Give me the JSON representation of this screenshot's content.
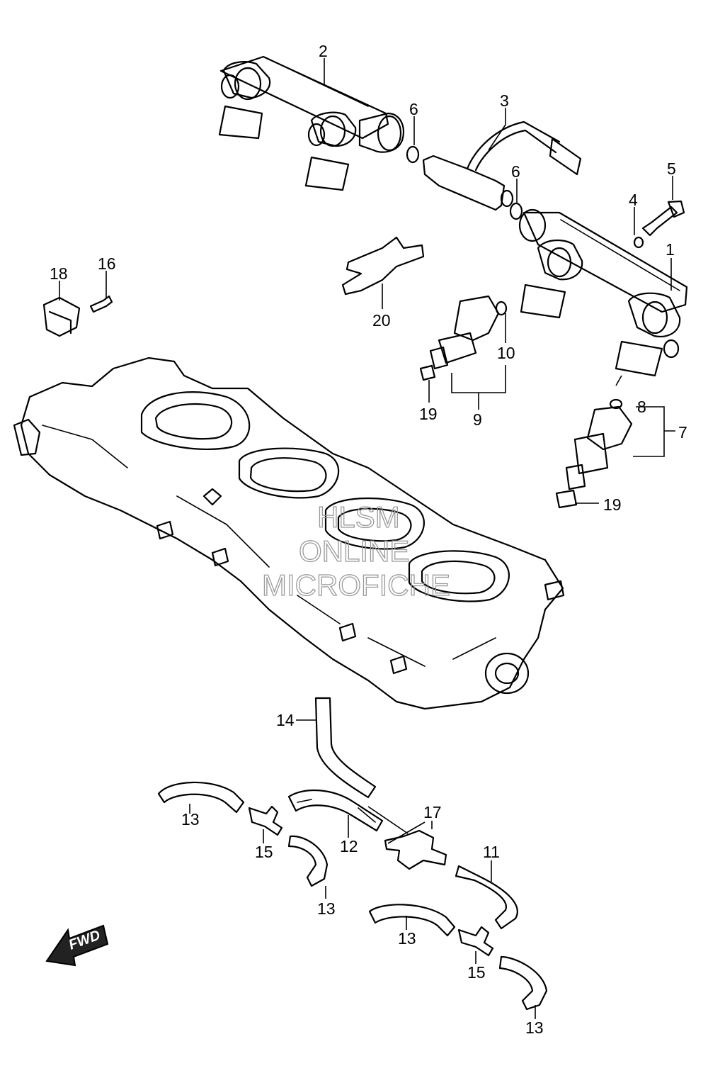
{
  "diagram": {
    "callouts": [
      {
        "id": "c1",
        "label": "1"
      },
      {
        "id": "c2",
        "label": "2"
      },
      {
        "id": "c3",
        "label": "3"
      },
      {
        "id": "c4",
        "label": "4"
      },
      {
        "id": "c5",
        "label": "5"
      },
      {
        "id": "c6a",
        "label": "6"
      },
      {
        "id": "c6b",
        "label": "6"
      },
      {
        "id": "c7",
        "label": "7"
      },
      {
        "id": "c8",
        "label": "8"
      },
      {
        "id": "c9",
        "label": "9"
      },
      {
        "id": "c10",
        "label": "10"
      },
      {
        "id": "c11",
        "label": "11"
      },
      {
        "id": "c12",
        "label": "12"
      },
      {
        "id": "c13a",
        "label": "13"
      },
      {
        "id": "c13b",
        "label": "13"
      },
      {
        "id": "c13c",
        "label": "13"
      },
      {
        "id": "c13d",
        "label": "13"
      },
      {
        "id": "c14",
        "label": "14"
      },
      {
        "id": "c15a",
        "label": "15"
      },
      {
        "id": "c15b",
        "label": "15"
      },
      {
        "id": "c16",
        "label": "16"
      },
      {
        "id": "c17",
        "label": "17"
      },
      {
        "id": "c18",
        "label": "18"
      },
      {
        "id": "c19a",
        "label": "19"
      },
      {
        "id": "c19b",
        "label": "19"
      },
      {
        "id": "c20",
        "label": "20"
      }
    ],
    "watermark": {
      "line1": "HLSM",
      "line2": "ONLINE",
      "line3": "MICROFICHE"
    },
    "fwd_arrow": {
      "label": "FWD"
    }
  }
}
